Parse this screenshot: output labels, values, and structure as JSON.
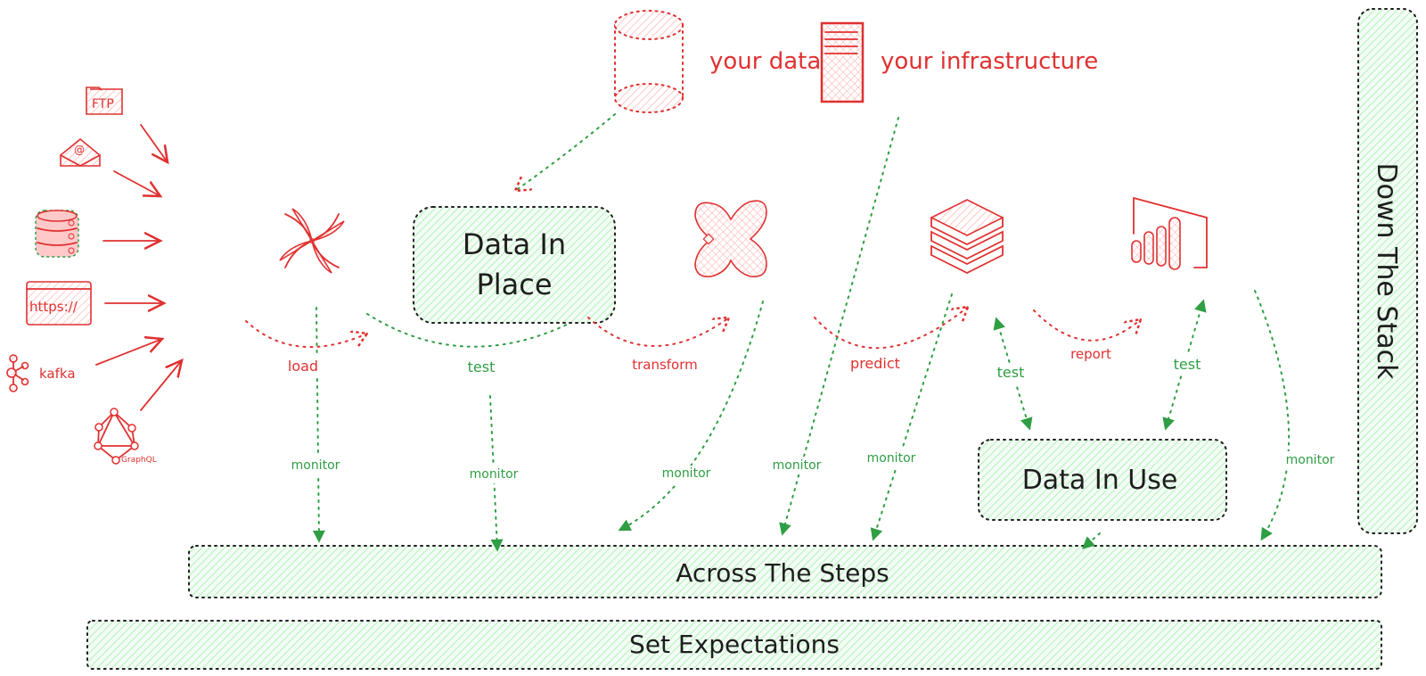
{
  "sources": {
    "ftp": "FTP",
    "email": "@",
    "https": "https://",
    "kafka": "kafka",
    "graphql": "GraphQL"
  },
  "top": {
    "your_data": "your data",
    "your_infrastructure": "your infrastructure"
  },
  "boxes": {
    "data_in_place_line1": "Data In",
    "data_in_place_line2": "Place",
    "data_in_use": "Data In Use",
    "across_the_steps": "Across The Steps",
    "set_expectations": "Set Expectations",
    "down_the_stack": "Down The Stack"
  },
  "edge_labels": {
    "load": "load",
    "test_1": "test",
    "transform": "transform",
    "predict": "predict",
    "test_2": "test",
    "report": "report",
    "test_3": "test",
    "monitor_1": "monitor",
    "monitor_2": "monitor",
    "monitor_3": "monitor",
    "monitor_4": "monitor",
    "monitor_5": "monitor",
    "monitor_6": "monitor"
  },
  "tools": {
    "airflow": "airflow-pinwheel-icon",
    "dbt": "dbt-icon",
    "databricks": "databricks-stack-icon",
    "powerbi": "power-bi-icon"
  },
  "colors": {
    "red": "#e03131",
    "green": "#2f9e44",
    "green_fill": "#b2f2bb",
    "dark": "#1e1e1e"
  }
}
